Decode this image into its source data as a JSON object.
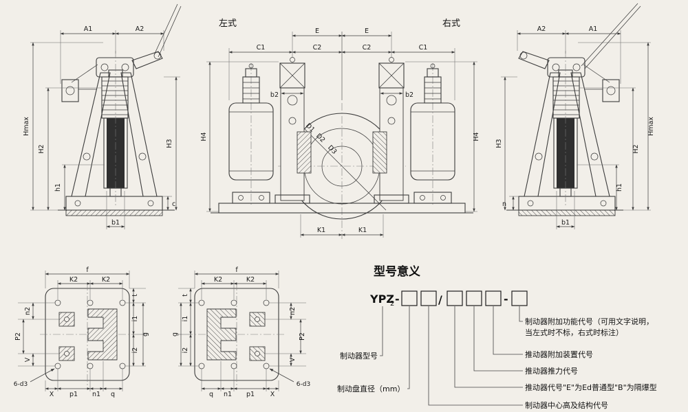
{
  "drawing": {
    "background": "#f2efe9",
    "line_color": "#3b3b3b"
  },
  "front_view": {
    "left_type_label": "左式",
    "right_type_label": "右式",
    "dims": {
      "E_left": "E",
      "E_right": "E",
      "C1_left": "C1",
      "C2_left": "C2",
      "C2_right": "C2",
      "C1_right": "C1",
      "H4_left": "H4",
      "H4_right": "H4",
      "b2_left": "b2",
      "b2_right": "b2",
      "D1": "D1",
      "D2": "D2",
      "D3": "D3",
      "K1_left": "K1",
      "K1_right": "K1"
    }
  },
  "left_view": {
    "dims": {
      "A1": "A1",
      "A2": "A2",
      "Hmax": "Hmax",
      "H2": "H2",
      "H3": "H3",
      "h1": "h1",
      "b1": "b1",
      "c": "c"
    }
  },
  "right_view": {
    "dims": {
      "A2": "A2",
      "A1": "A1",
      "Hmax": "Hmax",
      "H2": "H2",
      "H3": "H3",
      "h1": "h1",
      "b1": "b1",
      "n": "n"
    }
  },
  "plate_left": {
    "dims": {
      "f": "f",
      "K2_left": "K2",
      "K2_right": "K2",
      "t": "t",
      "i1": "i1",
      "i2": "i2",
      "g": "g",
      "n2": "n2",
      "P2": "P2",
      "V": "V",
      "X": "X",
      "p1": "p1",
      "n1": "n1",
      "q": "q",
      "holes": "6-d3"
    }
  },
  "plate_right": {
    "dims": {
      "f": "f",
      "K2_left": "K2",
      "K2_right": "K2",
      "t": "t",
      "i1": "i1",
      "i2": "i2",
      "g": "g",
      "n2": "n2",
      "P2": "P2",
      "V": "V",
      "X": "X",
      "p1": "p1",
      "n1": "n1",
      "q": "q",
      "holes": "6-d3"
    }
  },
  "model_legend": {
    "title": "型号意义",
    "code_prefix": "YPZ",
    "code_subscript": "2",
    "dash1": "-",
    "slash": "/",
    "dash2": "-",
    "callouts": {
      "function_code_line1": "制动器附加功能代号（可用文字说明，",
      "function_code_line2": "当左式时不标，右式时标注）",
      "attachment_device": "推动器附加装置代号",
      "thrust_code": "推动器推力代号",
      "thruster_code": "推动器代号\"E\"为Ed普通型\"B\"为隔爆型",
      "disc_diameter": "制动盘直径（mm）",
      "brake_model": "制动器型号",
      "center_height": "制动器中心高及结构代号"
    }
  }
}
